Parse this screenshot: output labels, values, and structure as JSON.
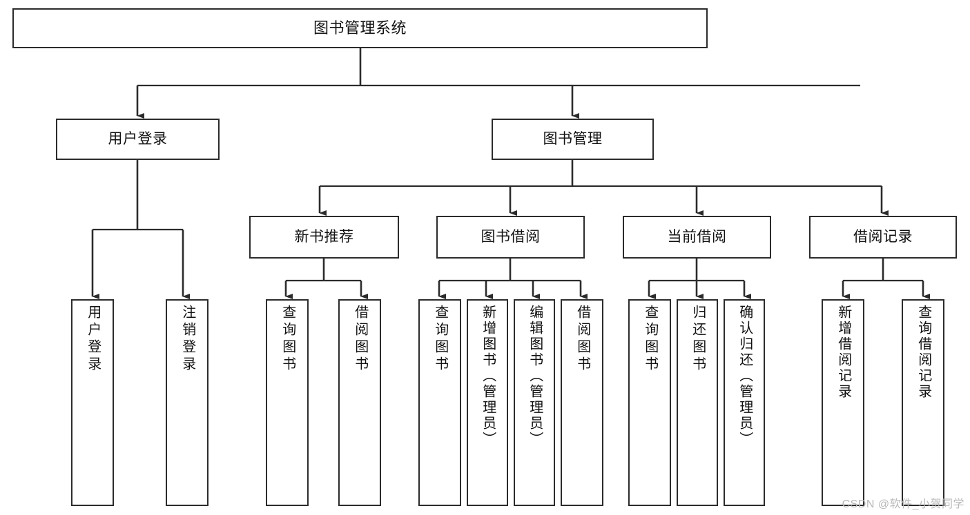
{
  "diagram": {
    "title": "图书管理系统",
    "type": "tree-hierarchy-diagram",
    "colors": {
      "box_border": "#2b2b2b",
      "box_fill": "#ffffff",
      "connector": "#2b2b2b",
      "text": "#111111",
      "watermark": "#b8b8b8",
      "background": "#ffffff"
    },
    "root": {
      "label": "图书管理系统"
    },
    "level1": [
      {
        "id": "user-login",
        "label": "用户登录"
      },
      {
        "id": "book-management",
        "label": "图书管理"
      }
    ],
    "level2": [
      {
        "id": "new-book-recommend",
        "label": "新书推荐",
        "parent": "book-management"
      },
      {
        "id": "book-borrow",
        "label": "图书借阅",
        "parent": "book-management"
      },
      {
        "id": "current-borrow",
        "label": "当前借阅",
        "parent": "book-management"
      },
      {
        "id": "borrow-record",
        "label": "借阅记录",
        "parent": "book-management"
      }
    ],
    "leaves": {
      "user-login": [
        {
          "id": "leaf-user-login",
          "label": "用户登录"
        },
        {
          "id": "leaf-logout-login",
          "label": "注销登录"
        }
      ],
      "new-book-recommend": [
        {
          "id": "leaf-query-book-1",
          "label": "查询图书"
        },
        {
          "id": "leaf-borrow-book-1",
          "label": "借阅图书"
        }
      ],
      "book-borrow": [
        {
          "id": "leaf-query-book-2",
          "label": "查询图书"
        },
        {
          "id": "leaf-add-book",
          "label": "新增图书（管理员）"
        },
        {
          "id": "leaf-edit-book",
          "label": "编辑图书（管理员）"
        },
        {
          "id": "leaf-borrow-book-2",
          "label": "借阅图书"
        }
      ],
      "current-borrow": [
        {
          "id": "leaf-query-book-3",
          "label": "查询图书"
        },
        {
          "id": "leaf-return-book",
          "label": "归还图书"
        },
        {
          "id": "leaf-confirm-return",
          "label": "确认归还（管理员）"
        }
      ],
      "borrow-record": [
        {
          "id": "leaf-add-record",
          "label": "新增借阅记录"
        },
        {
          "id": "leaf-query-record",
          "label": "查询借阅记录"
        }
      ]
    }
  },
  "watermark": {
    "text": "CSDN @软件_小贺同学"
  }
}
